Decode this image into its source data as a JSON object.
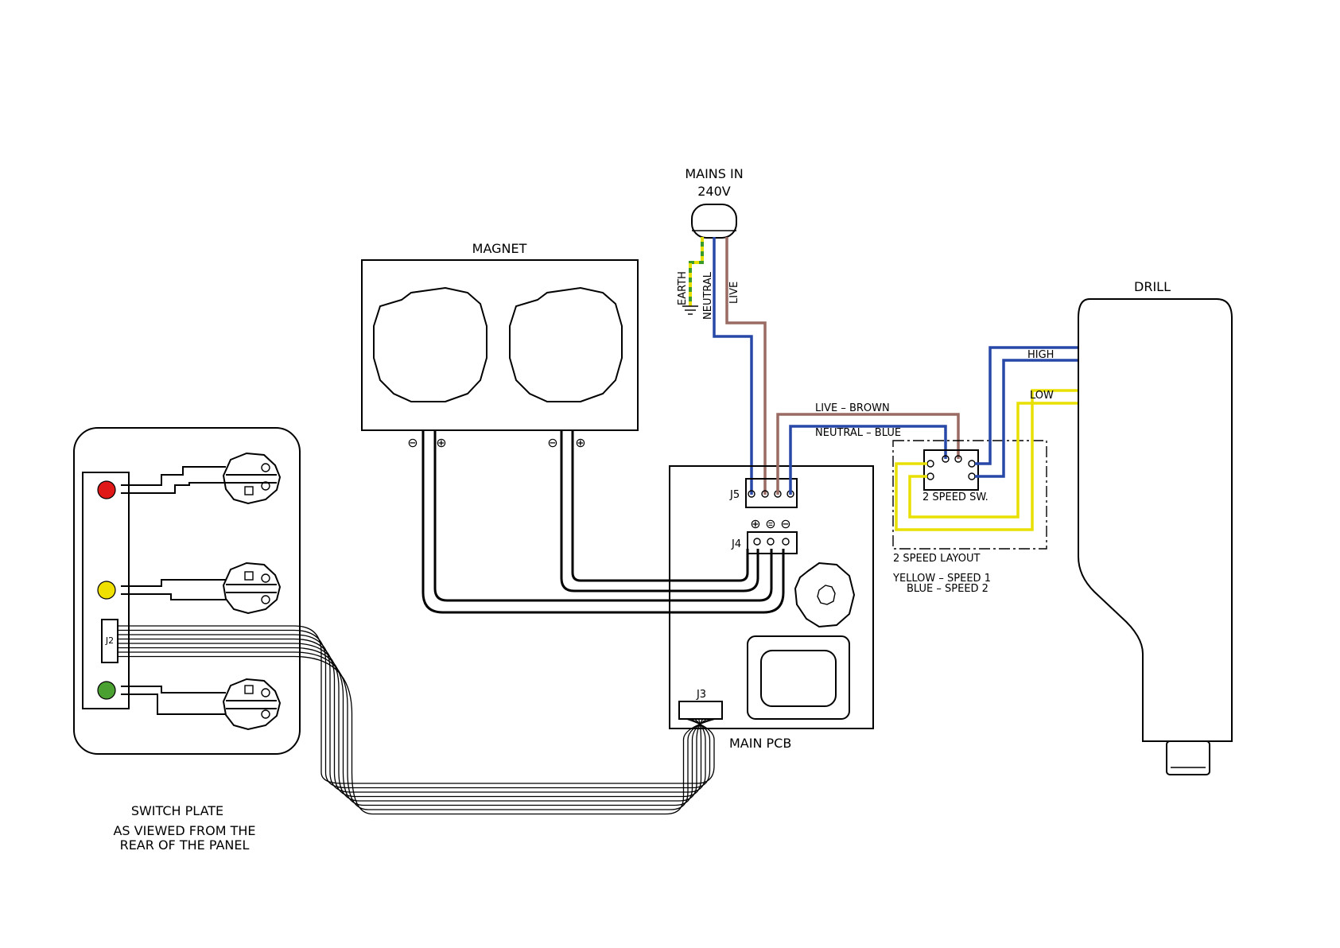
{
  "labels": {
    "mains_in": "MAINS IN",
    "mains_voltage": "240V",
    "earth": "EARTH",
    "neutral": "NEUTRAL",
    "live": "LIVE",
    "magnet": "MAGNET",
    "drill": "DRILL",
    "high": "HIGH",
    "low": "LOW",
    "live_brown": "LIVE – BROWN",
    "neutral_blue": "NEUTRAL – BLUE",
    "two_speed_sw": "2 SPEED SW.",
    "two_speed_layout": "2 SPEED LAYOUT",
    "yellow_speed": "YELLOW – SPEED 1",
    "blue_speed": "BLUE – SPEED 2",
    "j2": "J2",
    "j3": "J3",
    "j4": "J4",
    "j5": "J5",
    "main_pcb": "MAIN PCB",
    "switch_plate": "SWITCH PLATE",
    "switch_plate_note1": "AS VIEWED FROM THE",
    "switch_plate_note2": "REAR OF THE PANEL",
    "minus_sym": "⊖",
    "plus_sym": "⊕",
    "earth_sym": "⊜"
  },
  "colors": {
    "live": "#9a6b63",
    "neutral": "#2848a8",
    "earth_yellow": "#e8e000",
    "earth_green": "#3a9a2a",
    "led_red": "#e01818",
    "led_yellow": "#f0e000",
    "led_green": "#4aa030"
  }
}
